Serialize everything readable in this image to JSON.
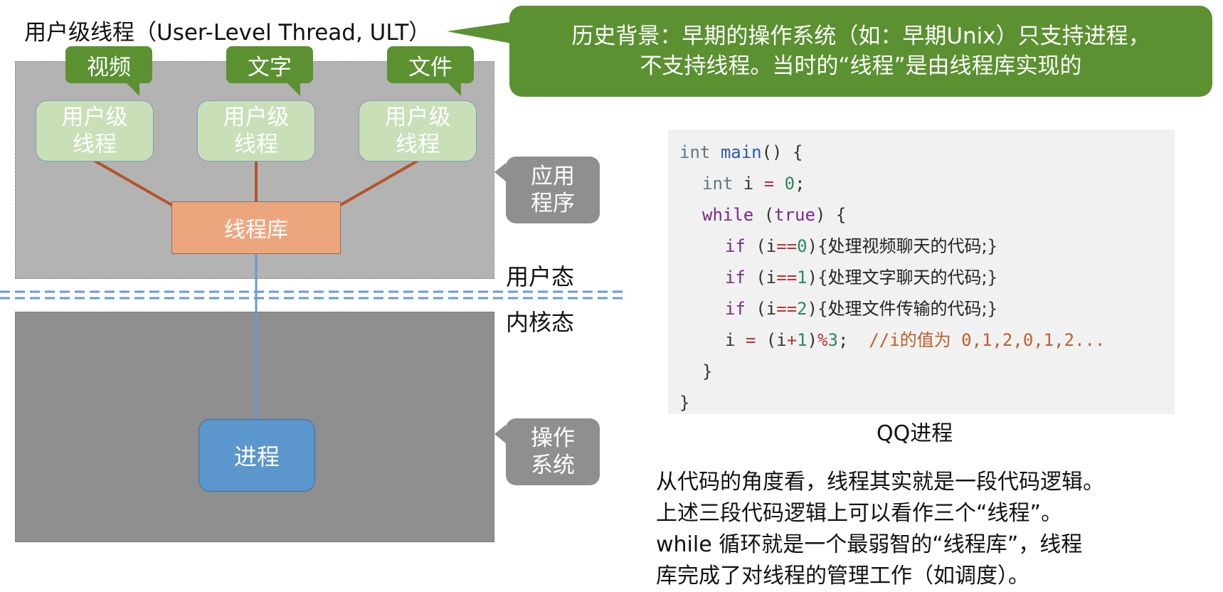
{
  "title": "用户级线程（User-Level Thread, ULT）",
  "bubble": {
    "line1": "历史背景：早期的操作系统（如：早期Unix）只支持进程，",
    "line2": "不支持线程。当时的“线程”是由线程库实现的"
  },
  "tags": [
    "视频",
    "文字",
    "文件"
  ],
  "ult_box": {
    "line1": "用户级",
    "line2": "线程"
  },
  "thread_library": "线程库",
  "process": "进程",
  "side_tags": {
    "app": {
      "line1": "应用",
      "line2": "程序"
    },
    "os": {
      "line1": "操作",
      "line2": "系统"
    }
  },
  "modes": {
    "user": "用户态",
    "kernel": "内核态"
  },
  "code": {
    "main_type": "int",
    "main_name": "main",
    "main_rest": "() {",
    "decl_type": "int",
    "decl_rest": " i ",
    "decl_eq": "=",
    "decl_val": "0",
    "decl_end": ";",
    "while_kw": "while",
    "while_open": " (",
    "while_true": "true",
    "while_close": ") {",
    "if_kw": "if",
    "branches": [
      {
        "cond": "==",
        "val": "0",
        "body": "处理视频聊天的代码;"
      },
      {
        "cond": "==",
        "val": "1",
        "body": "处理文字聊天的代码;"
      },
      {
        "cond": "==",
        "val": "2",
        "body": "处理文件传输的代码;"
      }
    ],
    "update_pre": "i ",
    "update_eq": "=",
    "update_mid1": " (i",
    "update_plus": "+",
    "update_one": "1",
    "update_mid2": ")",
    "update_mod": "%",
    "update_three": "3",
    "update_end": ";",
    "comment": "//i的值为 0,1,2,0,1,2...",
    "close_while": "}",
    "close_main": "}"
  },
  "caption": "QQ进程",
  "explanation": [
    "从代码的角度看，线程其实就是一段代码逻辑。",
    "上述三段代码逻辑上可以看作三个“线程”。",
    "while 循环就是一个最弱智的“线程库”，线程",
    "库完成了对线程的管理工作（如调度）。"
  ],
  "colors": {
    "green": "#5b9131",
    "light_green": "#c8dfb8",
    "orange_line": "#b5532a",
    "thread_library": "#eca67e",
    "process": "#5b96cc",
    "blue_line": "#6a9ad0",
    "app_zone": "#b3b3b3",
    "kernel_zone": "#8f8f8f"
  }
}
